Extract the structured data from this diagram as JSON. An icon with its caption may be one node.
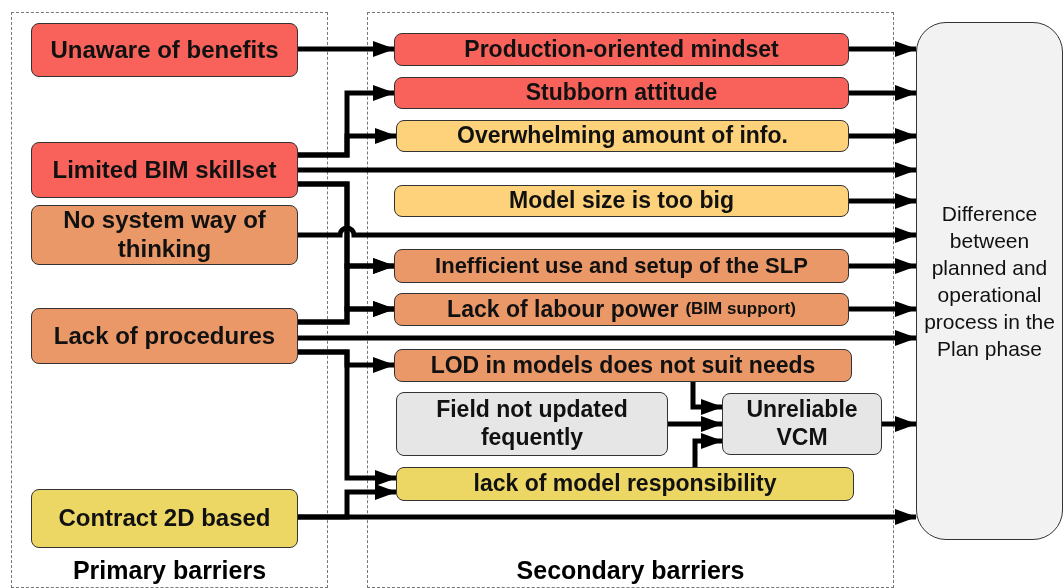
{
  "diagram": {
    "nodes": [
      {
        "text": [
          "Primary barriers"
        ]
      },
      {
        "text": [
          "Secondary barriers"
        ]
      },
      {
        "text": [
          "Unaware of benefits"
        ],
        "in": 0
      },
      {
        "text": [
          "Limited BIM skillset"
        ],
        "in": 0
      },
      {
        "text": [
          "No system way of thinking"
        ],
        "in": 0
      },
      {
        "text": [
          "Lack of procedures"
        ],
        "in": 0
      },
      {
        "text": [
          "Contract 2D based"
        ],
        "in": 0
      },
      {
        "text": [
          "Production-oriented mindset"
        ],
        "in": 1
      },
      {
        "text": [
          "Stubborn attitude"
        ],
        "in": 1
      },
      {
        "text": [
          "Overwhelming amount of info."
        ],
        "in": 1
      },
      {
        "text": [
          "Model size is too big"
        ],
        "in": 1
      },
      {
        "text": [
          "Inefficient use and setup of the SLP"
        ],
        "in": 1
      },
      {
        "text": [
          "Lack of labour power",
          "(BIM support)"
        ],
        "in": 1
      },
      {
        "text": [
          "LOD in models does not suit needs"
        ],
        "in": 1
      },
      {
        "text": [
          "Field not updated fequently"
        ],
        "in": 1
      },
      {
        "text": [
          "Unreliable VCM"
        ],
        "in": 1
      },
      {
        "text": [
          "lack of model responsibility"
        ],
        "in": 1
      },
      {
        "text": [
          "Difference between planned and operational process in the Plan phase"
        ]
      }
    ],
    "edges": [
      {
        "from": 2,
        "to": 7,
        "arrow": "to"
      },
      {
        "from": 3,
        "to": 8,
        "arrow": "to"
      },
      {
        "from": 3,
        "to": 9,
        "arrow": "to"
      },
      {
        "from": 3,
        "to": 17,
        "arrow": "to"
      },
      {
        "from": 3,
        "to": 11,
        "arrow": "to"
      },
      {
        "from": 3,
        "to": 12,
        "arrow": "to"
      },
      {
        "from": 4,
        "to": 17,
        "arrow": "to"
      },
      {
        "from": 5,
        "to": 11,
        "arrow": "to"
      },
      {
        "from": 5,
        "to": 12,
        "arrow": "to"
      },
      {
        "from": 5,
        "to": 17,
        "arrow": "to"
      },
      {
        "from": 5,
        "to": 13,
        "arrow": "to"
      },
      {
        "from": 5,
        "to": 16,
        "arrow": "to"
      },
      {
        "from": 6,
        "to": 16,
        "arrow": "to"
      },
      {
        "from": 6,
        "to": 17,
        "arrow": "to"
      },
      {
        "from": 7,
        "to": 17,
        "arrow": "to"
      },
      {
        "from": 8,
        "to": 17,
        "arrow": "to"
      },
      {
        "from": 9,
        "to": 17,
        "arrow": "to"
      },
      {
        "from": 10,
        "to": 17,
        "arrow": "to"
      },
      {
        "from": 11,
        "to": 17,
        "arrow": "to"
      },
      {
        "from": 12,
        "to": 17,
        "arrow": "to"
      },
      {
        "from": 13,
        "to": 15,
        "arrow": "to"
      },
      {
        "from": 14,
        "to": 15,
        "arrow": "to"
      },
      {
        "from": 16,
        "to": 15,
        "arrow": "to"
      },
      {
        "from": 15,
        "to": 17,
        "arrow": "to"
      }
    ]
  }
}
